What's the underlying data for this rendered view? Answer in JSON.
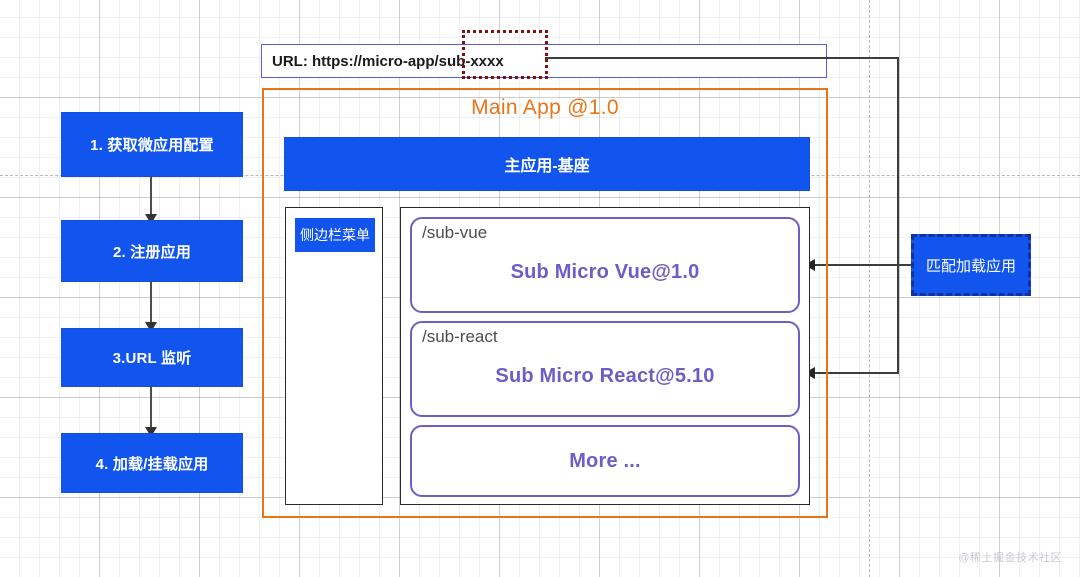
{
  "diagram": {
    "title": "micro-frontend main app architecture",
    "colors": {
      "blue": "#1155ee",
      "orange": "#e8741a",
      "purple": "#6c5ec7",
      "dark_red": "#7f1010",
      "url_border": "#5b5bdd",
      "dashed_blue": "#13309c"
    }
  },
  "url_bar": {
    "text": "URL: https://micro-app/sub-xxxx",
    "highlight_fragment": "/sub-xxxx"
  },
  "flow_steps": [
    {
      "label": "1. 获取微应用配置"
    },
    {
      "label": "2. 注册应用"
    },
    {
      "label": "3.URL 监听"
    },
    {
      "label": "4. 加载/挂载应用"
    }
  ],
  "main_app": {
    "title": "Main App @1.0",
    "base_label": "主应用-基座",
    "sidebar_label": "侧边栏菜单",
    "sub_apps": [
      {
        "route": "/sub-vue",
        "name": "Sub Micro Vue@1.0"
      },
      {
        "route": "/sub-react",
        "name": "Sub Micro React@5.10"
      },
      {
        "route": "",
        "name": "More ..."
      }
    ]
  },
  "callout": {
    "label": "匹配加载应用"
  },
  "watermark": {
    "text": "@稀土掘金技术社区"
  }
}
